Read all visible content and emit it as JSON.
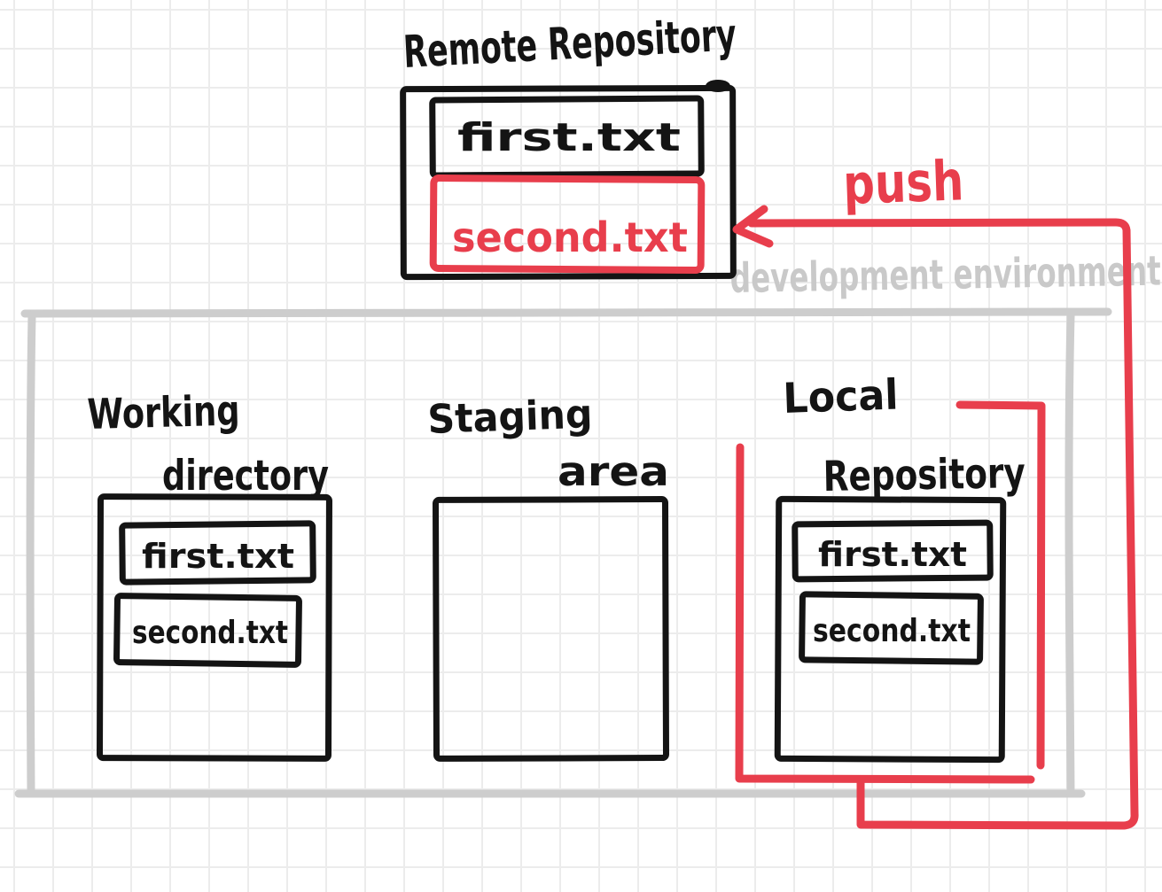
{
  "canvas": {
    "background": "#ffffff",
    "grid_color": "#ececec"
  },
  "colors": {
    "ink": "#141414",
    "highlight_red": "#e83e4c",
    "environment_gray": "#cdcdcd"
  },
  "remote_repository": {
    "title": "Remote Repository",
    "files": [
      {
        "label": "first.txt",
        "highlighted": false
      },
      {
        "label": "second.txt",
        "highlighted": true
      }
    ]
  },
  "development_environment": {
    "label": "development environment"
  },
  "working_directory": {
    "title_line1": "Working",
    "title_line2": "directory",
    "files": [
      {
        "label": "first.txt"
      },
      {
        "label": "second.txt"
      }
    ]
  },
  "staging_area": {
    "title_line1": "Staging",
    "title_line2": "area",
    "files": []
  },
  "local_repository": {
    "title_line1": "Local",
    "title_line2": "Repository",
    "files": [
      {
        "label": "first.txt"
      },
      {
        "label": "second.txt"
      }
    ]
  },
  "push_action": {
    "label": "push"
  }
}
